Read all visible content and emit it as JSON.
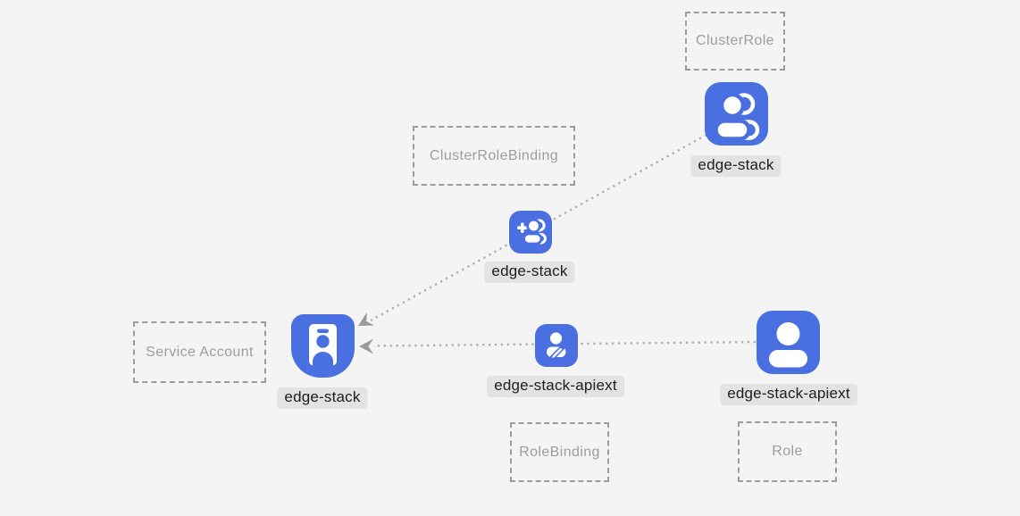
{
  "diagram": {
    "colors": {
      "background": "#f4f4f5",
      "accent_blue": "#4a6fe0",
      "chip_bg": "#e3e3e4",
      "chip_text": "#1c1c1c",
      "box_border": "#9b9b9b",
      "box_text": "#9d9d9d",
      "line_color": "#aeaeae",
      "arrow_color": "#9a9a9a"
    },
    "type_boxes": [
      {
        "label": "ClusterRole"
      },
      {
        "label": "ClusterRoleBinding"
      },
      {
        "label": "Service Account"
      },
      {
        "label": "RoleBinding"
      },
      {
        "label": "Role"
      }
    ],
    "nodes": [
      {
        "label": "edge-stack",
        "icon": "users-icon",
        "kind": "ClusterRole"
      },
      {
        "label": "edge-stack",
        "icon": "user-plus-icon",
        "kind": "ClusterRoleBinding"
      },
      {
        "label": "edge-stack",
        "icon": "id-badge-icon",
        "kind": "Service Account"
      },
      {
        "label": "edge-stack-apiext",
        "icon": "user-edit-icon",
        "kind": "RoleBinding"
      },
      {
        "label": "edge-stack-apiext",
        "icon": "user-icon",
        "kind": "Role"
      }
    ],
    "edges": [
      {
        "from": "edge-stack (ClusterRole)",
        "to": "edge-stack (Service Account)",
        "style": "dotted-arrow"
      },
      {
        "from": "edge-stack-apiext (Role)",
        "to": "edge-stack (Service Account)",
        "style": "dotted-arrow"
      }
    ]
  }
}
